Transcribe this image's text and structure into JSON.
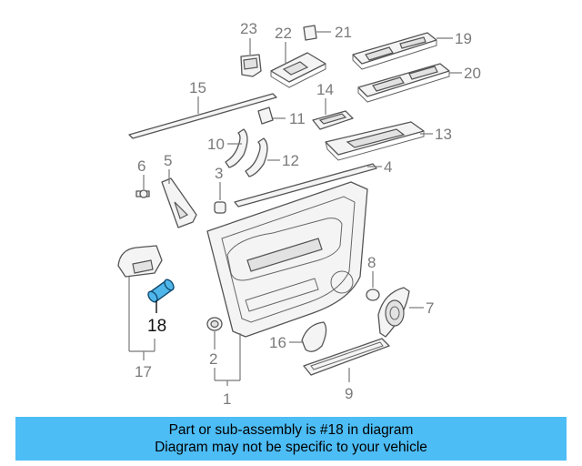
{
  "callouts": {
    "p1": "1",
    "p2": "2",
    "p3": "3",
    "p4": "4",
    "p5": "5",
    "p6": "6",
    "p7": "7",
    "p8": "8",
    "p9": "9",
    "p10": "10",
    "p11": "11",
    "p12": "12",
    "p13": "13",
    "p14": "14",
    "p15": "15",
    "p16": "16",
    "p17": "17",
    "p18": "18",
    "p19": "19",
    "p20": "20",
    "p21": "21",
    "p22": "22",
    "p23": "23"
  },
  "highlight_part": "18",
  "colors": {
    "highlight": "#4fb6ea",
    "banner": "#4dbdf6"
  },
  "banner": {
    "line1": "Part or sub-assembly is #18 in diagram",
    "line2": "Diagram may not be specific to your vehicle"
  }
}
